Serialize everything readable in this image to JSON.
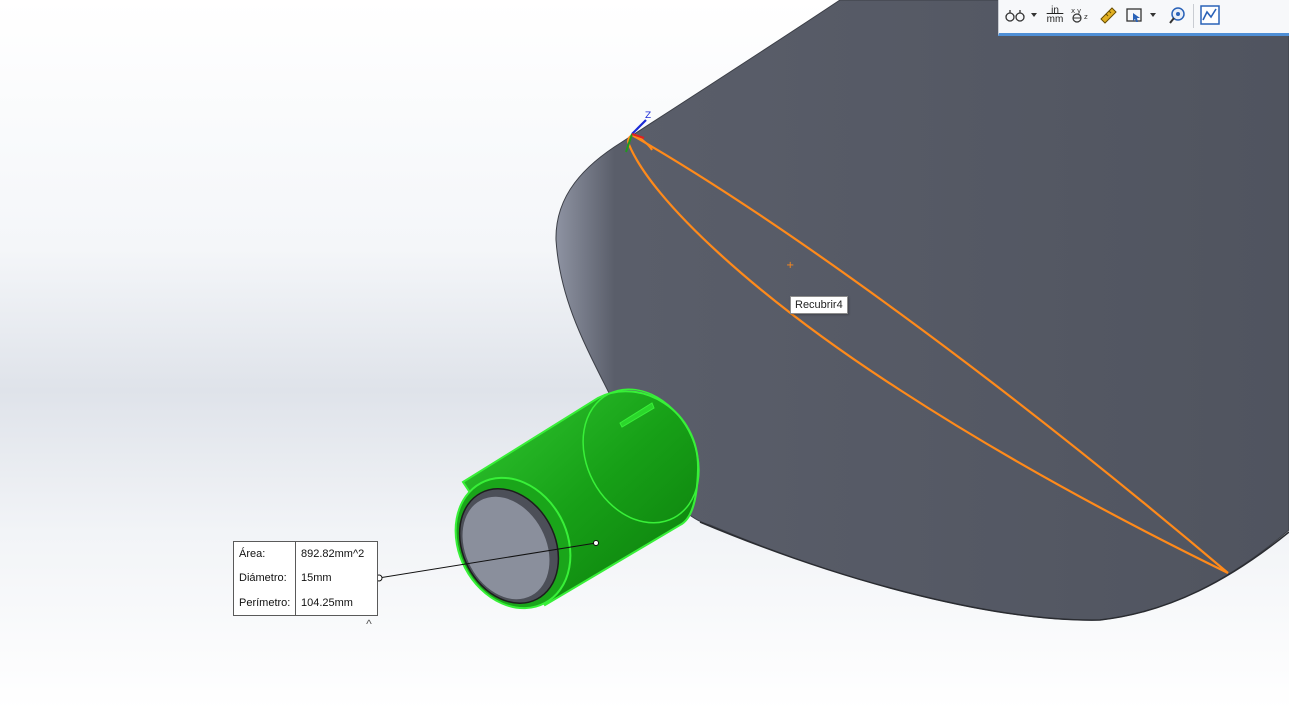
{
  "viewport": {
    "feature_label": "Recubrir4",
    "triad_axis_label": "Z"
  },
  "measure": {
    "rows": [
      {
        "label": "Área:",
        "value": "892.82mm^2"
      },
      {
        "label": "Diámetro:",
        "value": "15mm"
      },
      {
        "label": "Perímetro:",
        "value": "104.25mm"
      }
    ],
    "collapse_glyph": "^"
  },
  "toolbar": {
    "units_top": "in",
    "units_bottom": "mm",
    "icons": [
      "arc-options-icon",
      "units-icon",
      "xyz-projection-icon",
      "measure-ruler-icon",
      "selection-icon",
      "sensor-icon",
      "history-icon"
    ]
  },
  "colors": {
    "model_face": "#525661",
    "selected_face": "#1ea41e",
    "selected_edge": "#38f038",
    "sketch_curve": "#ff8a1a",
    "toolbar_accent": "#4f8fd6"
  }
}
